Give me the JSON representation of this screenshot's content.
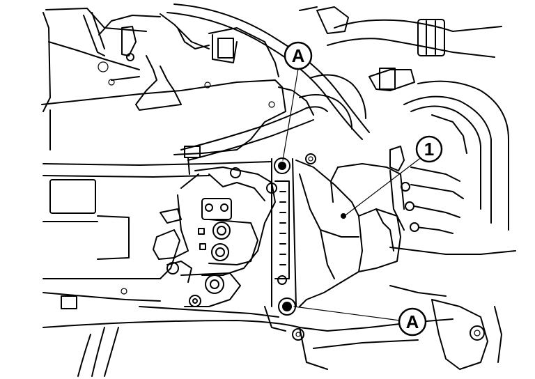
{
  "callouts": {
    "fastener_a_top": "A",
    "fastener_a_bottom": "A",
    "part_1": "1"
  },
  "colors": {
    "line": "#000000",
    "background": "#ffffff"
  }
}
